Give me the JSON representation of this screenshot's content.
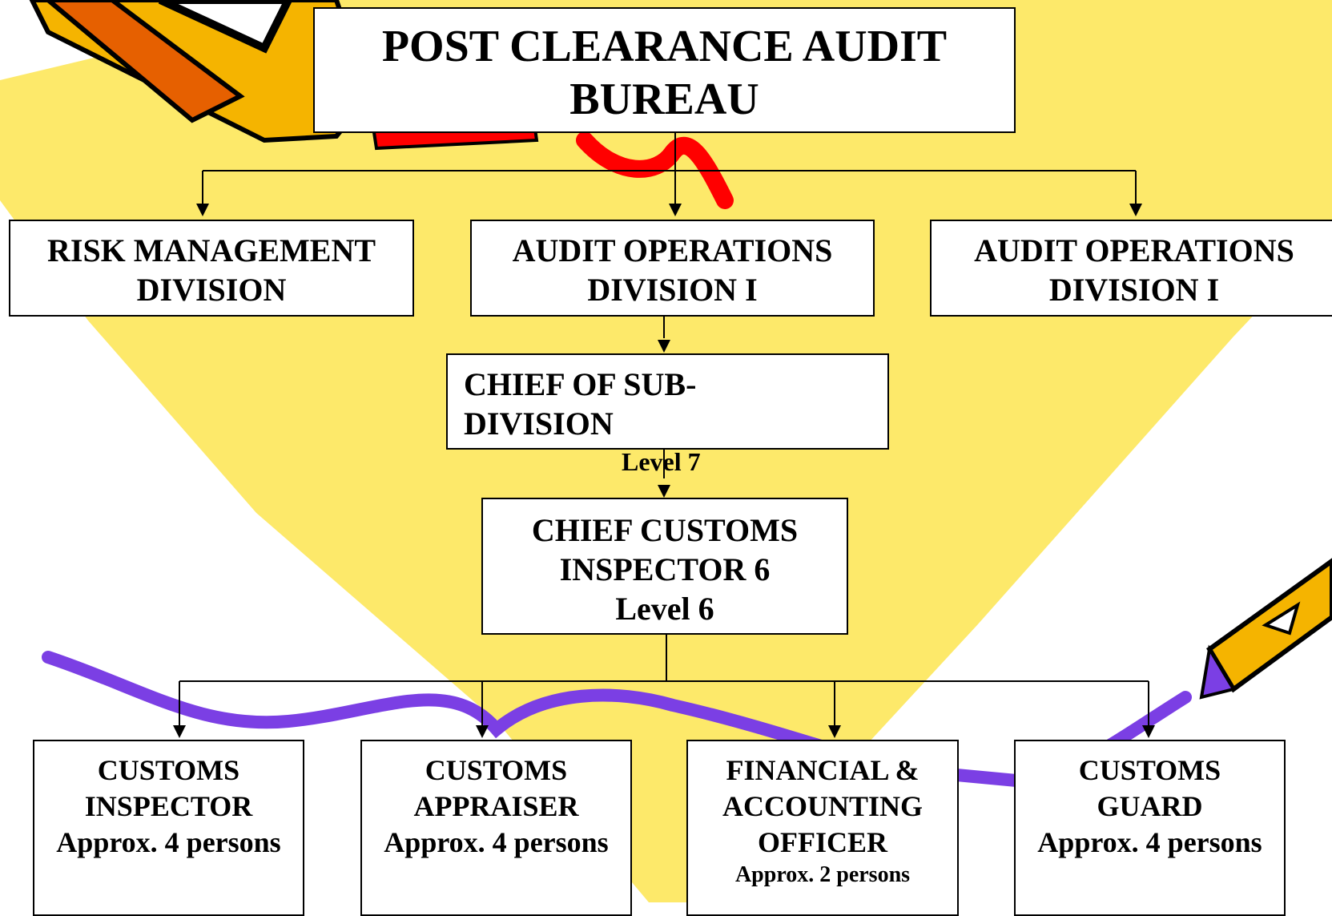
{
  "top": {
    "line1": "POST CLEARANCE AUDIT",
    "line2": "BUREAU"
  },
  "divisions": [
    {
      "line1": "RISK  MANAGEMENT",
      "line2": "DIVISION"
    },
    {
      "line1": "AUDIT OPERATIONS",
      "line2": "DIVISION I"
    },
    {
      "line1": "AUDIT OPERATIONS",
      "line2": "DIVISION I"
    }
  ],
  "chief_subdivision": {
    "line1": "CHIEF OF SUB-",
    "line2": "DIVISION",
    "level": "Level 7"
  },
  "chief_inspector": {
    "line1": "CHIEF CUSTOMS",
    "line2": "INSPECTOR 6",
    "line3": "Level 6"
  },
  "staff": [
    {
      "line1": "CUSTOMS",
      "line2": "INSPECTOR",
      "line3": "Approx. 4 persons"
    },
    {
      "line1": "CUSTOMS",
      "line2": "APPRAISER",
      "line3": "Approx. 4 persons"
    },
    {
      "line1": "FINANCIAL &",
      "line2": "ACCOUNTING",
      "line3": "OFFICER",
      "line4": "Approx. 2 persons"
    },
    {
      "line1": "CUSTOMS",
      "line2": "GUARD",
      "line3": "Approx. 4 persons"
    }
  ],
  "colors": {
    "background_shape": "#fde96a",
    "pencil_body": "#f5b400",
    "pencil_stroke": "#000000",
    "red_scribble": "#ff0000",
    "purple_scribble": "#7b3fe4",
    "box_fill": "#ffffff"
  }
}
